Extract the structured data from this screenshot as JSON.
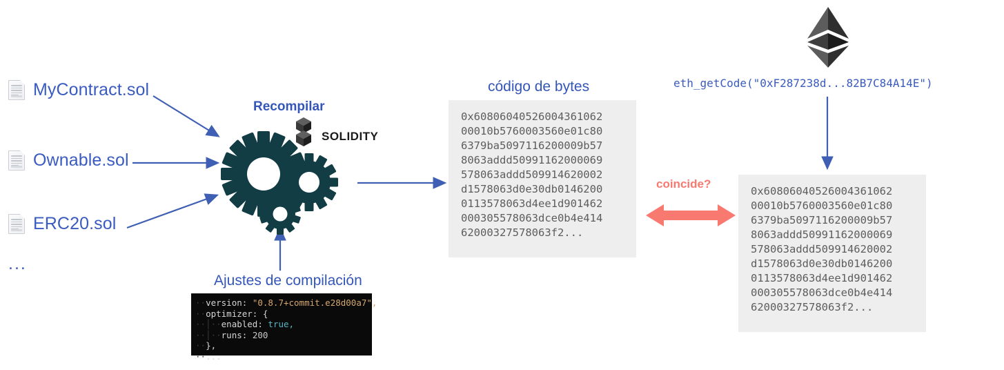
{
  "sources": {
    "files": [
      {
        "name": "MyContract.sol",
        "icon": "document-icon"
      },
      {
        "name": "Ownable.sol",
        "icon": "document-icon"
      },
      {
        "name": "ERC20.sol",
        "icon": "document-icon"
      }
    ],
    "more": "..."
  },
  "compiler": {
    "title": "Recompilar",
    "logo_label": "SOLIDITY",
    "logo_icon": "solidity-logo-icon",
    "gears_icon": "gears-icon"
  },
  "settings": {
    "title": "Ajustes de compilación",
    "lines": [
      {
        "indent": "··",
        "key": "version:",
        "sep": " ",
        "value": "\"0.8.7+commit.e28d00a7\",",
        "type": "str"
      },
      {
        "indent": "··",
        "key": "optimizer:",
        "sep": " ",
        "value": "{",
        "type": "punc"
      },
      {
        "indent": "··│··",
        "key": "enabled:",
        "sep": " ",
        "value": "true,",
        "type": "bool"
      },
      {
        "indent": "··│··",
        "key": "runs:",
        "sep": " ",
        "value": "200",
        "type": "num"
      },
      {
        "indent": "··",
        "key": "},",
        "sep": "",
        "value": "",
        "type": "punc"
      },
      {
        "indent": "··",
        "key": "...",
        "sep": "",
        "value": "",
        "type": "punc"
      }
    ]
  },
  "bytecode_left": {
    "title": "código de bytes",
    "text": "0x60806040526004361062\n00010b5760003560e01c80\n6379ba5097116200009b57\n8063addd50991162000069\n578063addd509914620002\nd1578063d0e30db0146200\n0113578063d4ee1d901462\n000305578063dce0b4e414\n62000327578063f2..."
  },
  "bytecode_right": {
    "text": "0x60806040526004361062\n00010b5760003560e01c80\n6379ba5097116200009b57\n8063addd50991162000069\n578063addd509914620002\nd1578063d0e30db0146200\n0113578063d4ee1d901462\n000305578063dce0b4e414\n62000327578063f2..."
  },
  "chain": {
    "logo_icon": "ethereum-logo-icon",
    "rpc_call": "eth_getCode(\"0xF287238d...82B7C84A14E\")"
  },
  "comparison": {
    "label": "coincide?",
    "arrow_icon": "double-arrow-icon"
  },
  "colors": {
    "blue": "#3356b8",
    "file_blue": "#3a5bbf",
    "arrow_blue": "#3f5fb5",
    "gear_dark": "#123d45",
    "pink": "#f8796f",
    "box_gray": "#eeeeee",
    "code_bg": "#0a0a0a"
  }
}
